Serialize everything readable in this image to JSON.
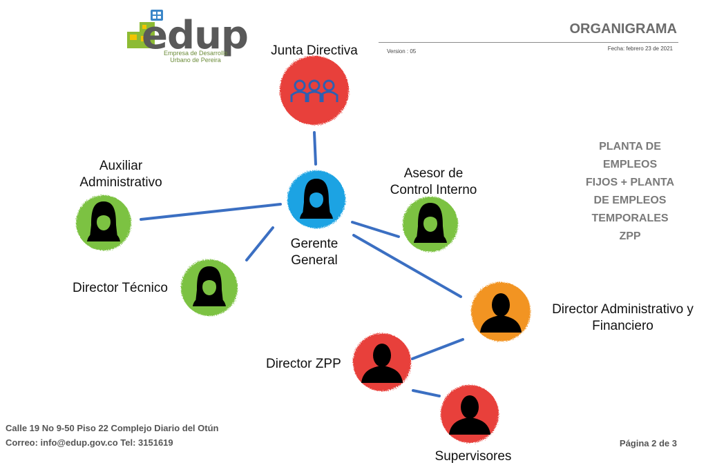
{
  "header": {
    "logo_word": "edup",
    "logo_sub_1": "Empresa de Desarrollo",
    "logo_sub_2": "Urbano de Pereira",
    "title": "ORGANIGRAMA",
    "version": "Version : 05",
    "date": "Fecha: febrero 23 de 2021"
  },
  "nodes": {
    "junta": "Junta Directiva",
    "gerente_1": "Gerente",
    "gerente_2": "General",
    "auxiliar_1": "Auxiliar",
    "auxiliar_2": "Administrativo",
    "asesor_1": "Asesor de",
    "asesor_2": "Control Interno",
    "tecnico": "Director Técnico",
    "administrativo_1": "Director Administrativo y",
    "administrativo_2": "Financiero",
    "zpp": "Director ZPP",
    "supervisores": "Supervisores"
  },
  "sidebox": {
    "line1": "PLANTA DE",
    "line2": "EMPLEOS",
    "line3": "FIJOS + PLANTA",
    "line4": "DE EMPLEOS",
    "line5": "TEMPORALES",
    "line6": "ZPP"
  },
  "footer": {
    "address": "Calle 19 No 9-50 Piso 22 Complejo Diario del Otún",
    "contact": "Correo: info@edup.gov.co Tel: 3151619",
    "page": "Página 2 de 3"
  },
  "colors": {
    "red": "#e8413a",
    "blue": "#1aa3e3",
    "green": "#7cc242",
    "orange": "#f29423",
    "connector": "#3b6fc2",
    "icon_blue": "#2f5fb0"
  }
}
